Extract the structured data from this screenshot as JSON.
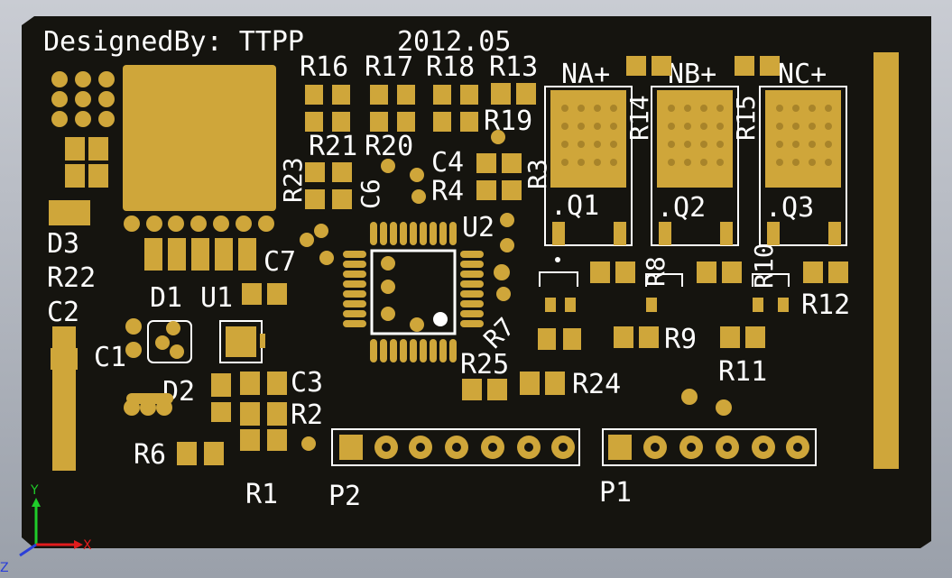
{
  "board": {
    "designer_text": "DesignedBy: TTPP",
    "date_text": "2012.05",
    "colors": {
      "board": "#15140f",
      "pad": "#cfa63a",
      "pad_dark": "#a8842a",
      "silk": "#ffffff",
      "bg": "#b3b8c0"
    }
  },
  "silkscreen": {
    "r16": "R16",
    "r17": "R17",
    "r18": "R18",
    "r13": "R13",
    "na": "NA+",
    "nb": "NB+",
    "nc": "NC+",
    "r14": "R14",
    "r15": "R15",
    "r19": "R19",
    "r3": "R3",
    "r23": "R23",
    "r21": "R21",
    "r20": "R20",
    "c4": "C4",
    "c6": "C6",
    "r4": "R4",
    "q1": ".Q1",
    "q2": ".Q2",
    "q3": ".Q3",
    "u2": "U2",
    "c7": "C7",
    "d3": "D3",
    "r22": "R22",
    "c2": "C2",
    "d1": "D1",
    "u1": "U1",
    "c1": "C1",
    "r8": "R8",
    "r10": "R10",
    "r12": "R12",
    "r7": "R7",
    "r9": "R9",
    "r25": "R25",
    "r24": "R24",
    "r11": "R11",
    "d2": "D2",
    "c3": "C3",
    "r2": "R2",
    "r6": "R6",
    "r1": "R1",
    "p2": "P2",
    "p1": "P1"
  },
  "axes": {
    "y": "Y",
    "x": "X",
    "z": "Z"
  }
}
